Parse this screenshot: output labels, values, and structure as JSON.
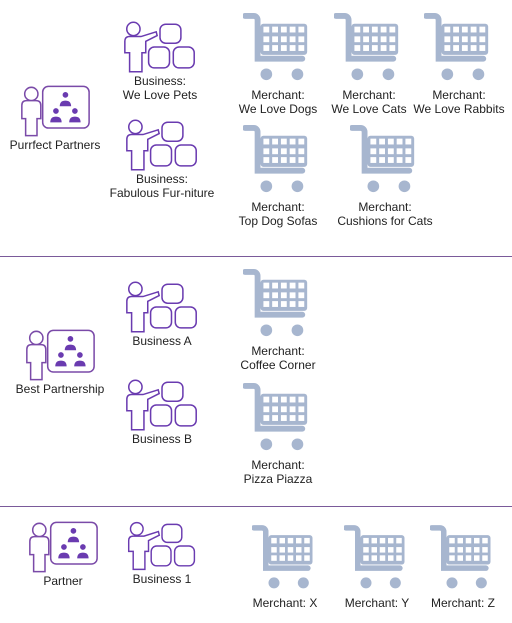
{
  "colors": {
    "partner_outline": "#7a4aa8",
    "partner_people": "#6a3bb0",
    "business_outline": "#6a3bb0",
    "merchant_cart": "#a7b6cf",
    "divider": "#7a5a9a",
    "text": "#222222"
  },
  "icons": {
    "partner": "partner-presentation-icon",
    "business": "business-people-icon",
    "merchant": "shopping-cart-icon"
  },
  "groups": [
    {
      "partner": {
        "label": "Purrfect Partners"
      },
      "businesses": [
        {
          "label_line1": "Business:",
          "label_line2": "We Love Pets",
          "merchants": [
            {
              "line1": "Merchant:",
              "line2": "We Love Dogs"
            },
            {
              "line1": "Merchant:",
              "line2": "We Love Cats"
            },
            {
              "line1": "Merchant:",
              "line2": "We Love Rabbits"
            }
          ]
        },
        {
          "label_line1": "Business:",
          "label_line2": "Fabulous Fur-niture",
          "merchants": [
            {
              "line1": "Merchant:",
              "line2": "Top Dog Sofas"
            },
            {
              "line1": "Merchant:",
              "line2": "Cushions for Cats"
            }
          ]
        }
      ]
    },
    {
      "partner": {
        "label": "Best Partnership"
      },
      "businesses": [
        {
          "label_line1": "Business A",
          "merchants": [
            {
              "line1": "Merchant:",
              "line2": "Coffee Corner"
            }
          ]
        },
        {
          "label_line1": "Business B",
          "merchants": [
            {
              "line1": "Merchant:",
              "line2": "Pizza Piazza"
            }
          ]
        }
      ]
    },
    {
      "partner": {
        "label": "Partner"
      },
      "businesses": [
        {
          "label_line1": "Business 1",
          "merchants": [
            {
              "line1": "Merchant: X"
            },
            {
              "line1": "Merchant: Y"
            },
            {
              "line1": "Merchant: Z"
            }
          ]
        }
      ]
    }
  ]
}
